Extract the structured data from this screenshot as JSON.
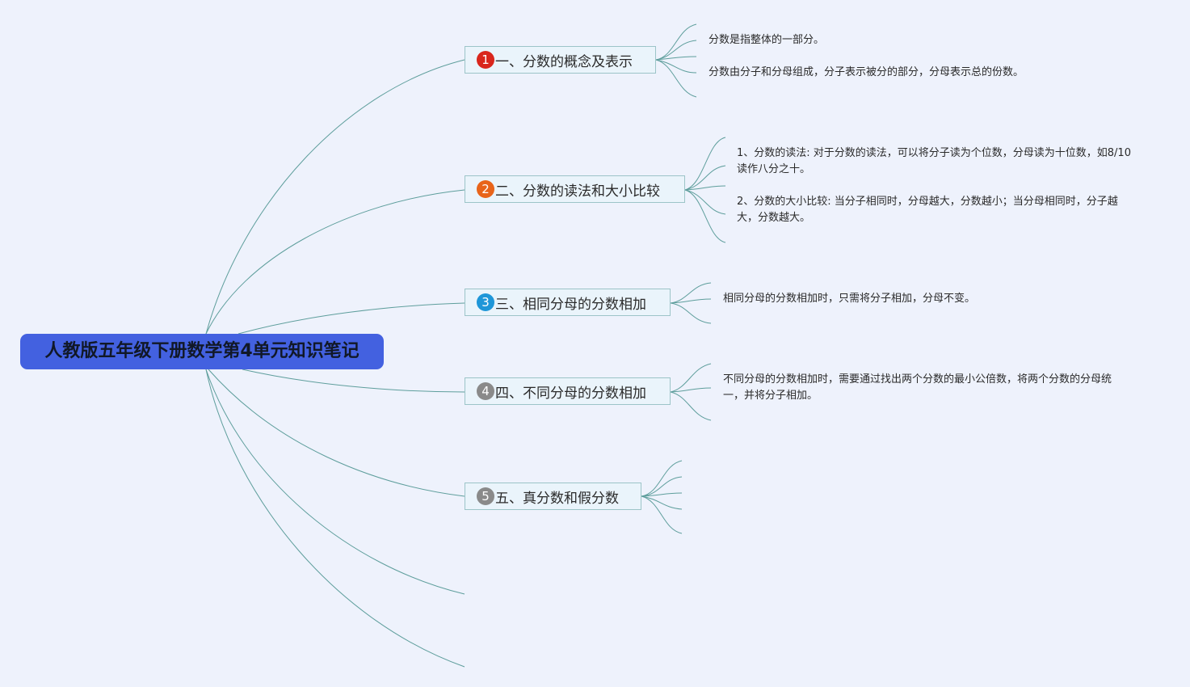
{
  "root": {
    "title": "人教版五年级下册数学第4单元知识笔记",
    "color": "#4361e0"
  },
  "topics": [
    {
      "number": "1",
      "label": "一、分数的概念及表示",
      "badge_color": "#d9261c",
      "notes": [
        "分数是指整体的一部分。",
        "分数由分子和分母组成，分子表示被分的部分，分母表示总的份数。"
      ]
    },
    {
      "number": "2",
      "label": "二、分数的读法和大小比较",
      "badge_color": "#e8641a",
      "notes": [
        "1、分数的读法: 对于分数的读法，可以将分子读为个位数，分母读为十位数，如8/10读作八分之十。",
        "2、分数的大小比较: 当分子相同时，分母越大，分数越小；当分母相同时，分子越大，分数越大。"
      ]
    },
    {
      "number": "3",
      "label": "三、相同分母的分数相加",
      "badge_color": "#1e96d8",
      "notes": [
        "相同分母的分数相加时，只需将分子相加，分母不变。"
      ]
    },
    {
      "number": "4",
      "label": "四、不同分母的分数相加",
      "badge_color": "#8a8a8a",
      "notes": [
        "不同分母的分数相加时，需要通过找出两个分数的最小公倍数，将两个分数的分母统一，并将分子相加。"
      ]
    },
    {
      "number": "5",
      "label": "五、真分数和假分数",
      "badge_color": "#8a8a8a",
      "notes": []
    }
  ],
  "colors": {
    "background": "#eef2fc",
    "connector": "#5e9e9c",
    "topic_border": "#9cc4c8"
  }
}
